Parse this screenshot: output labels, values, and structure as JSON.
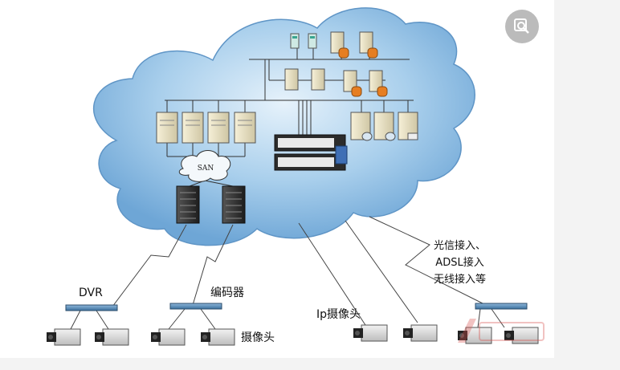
{
  "diagram": {
    "cloud_color": "#a9cfec",
    "san_label": "SAN",
    "labels": {
      "dvr": "DVR",
      "encoder": "编码器",
      "camera": "摄像头",
      "ip_camera": "Ip摄像头",
      "access_lines": [
        "光信接入、",
        "ADSL接入",
        "无线接入等"
      ]
    }
  },
  "toolbar": {
    "search_icon": "search-icon"
  },
  "watermark": {
    "logo": "vendor-logo"
  }
}
